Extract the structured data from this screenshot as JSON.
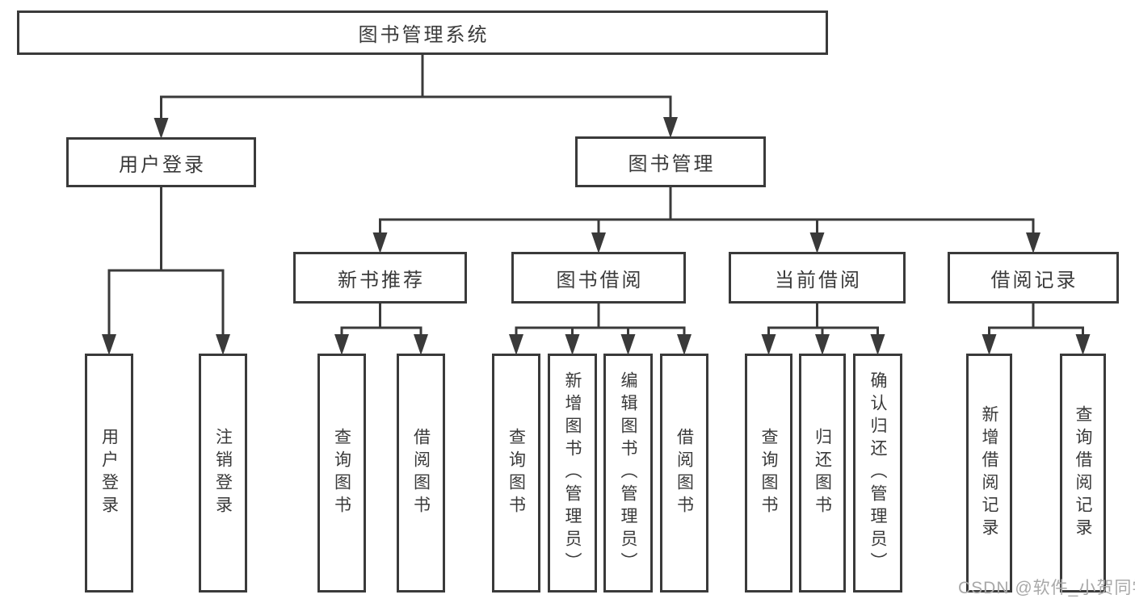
{
  "diagram_title": "图书管理系统",
  "colors": {
    "line": "#3a3a3a",
    "text": "#3a3a3a",
    "watermark": "#a8a8a8",
    "background": "#ffffff"
  },
  "tree": {
    "nodes": [
      {
        "id": "root",
        "label": "图书管理系统",
        "parent": null,
        "orient": "h"
      },
      {
        "id": "user-login",
        "label": "用户登录",
        "parent": "root",
        "orient": "h"
      },
      {
        "id": "book-mgmt",
        "label": "图书管理",
        "parent": "root",
        "orient": "h"
      },
      {
        "id": "leaf-user-login",
        "label": "用户登录",
        "parent": "user-login",
        "orient": "v"
      },
      {
        "id": "leaf-logout",
        "label": "注销登录",
        "parent": "user-login",
        "orient": "v"
      },
      {
        "id": "new-book-rec",
        "label": "新书推荐",
        "parent": "book-mgmt",
        "orient": "h"
      },
      {
        "id": "book-borrow",
        "label": "图书借阅",
        "parent": "book-mgmt",
        "orient": "h"
      },
      {
        "id": "current-borrow",
        "label": "当前借阅",
        "parent": "book-mgmt",
        "orient": "h"
      },
      {
        "id": "borrow-records",
        "label": "借阅记录",
        "parent": "book-mgmt",
        "orient": "h"
      },
      {
        "id": "nbr-query",
        "label": "查询图书",
        "parent": "new-book-rec",
        "orient": "v"
      },
      {
        "id": "nbr-borrow",
        "label": "借阅图书",
        "parent": "new-book-rec",
        "orient": "v"
      },
      {
        "id": "bb-query",
        "label": "查询图书",
        "parent": "book-borrow",
        "orient": "v"
      },
      {
        "id": "bb-add",
        "label": "新增图书（管理员）",
        "parent": "book-borrow",
        "orient": "v"
      },
      {
        "id": "bb-edit",
        "label": "编辑图书（管理员）",
        "parent": "book-borrow",
        "orient": "v"
      },
      {
        "id": "bb-borrow",
        "label": "借阅图书",
        "parent": "book-borrow",
        "orient": "v"
      },
      {
        "id": "cb-query",
        "label": "查询图书",
        "parent": "current-borrow",
        "orient": "v"
      },
      {
        "id": "cb-return",
        "label": "归还图书",
        "parent": "current-borrow",
        "orient": "v"
      },
      {
        "id": "cb-confirm",
        "label": "确认归还（管理员）",
        "parent": "current-borrow",
        "orient": "v"
      },
      {
        "id": "br-add",
        "label": "新增借阅记录",
        "parent": "borrow-records",
        "orient": "v"
      },
      {
        "id": "br-query",
        "label": "查询借阅记录",
        "parent": "borrow-records",
        "orient": "v"
      }
    ]
  },
  "watermark": {
    "text": "CSDN @软件_小贺同学"
  }
}
